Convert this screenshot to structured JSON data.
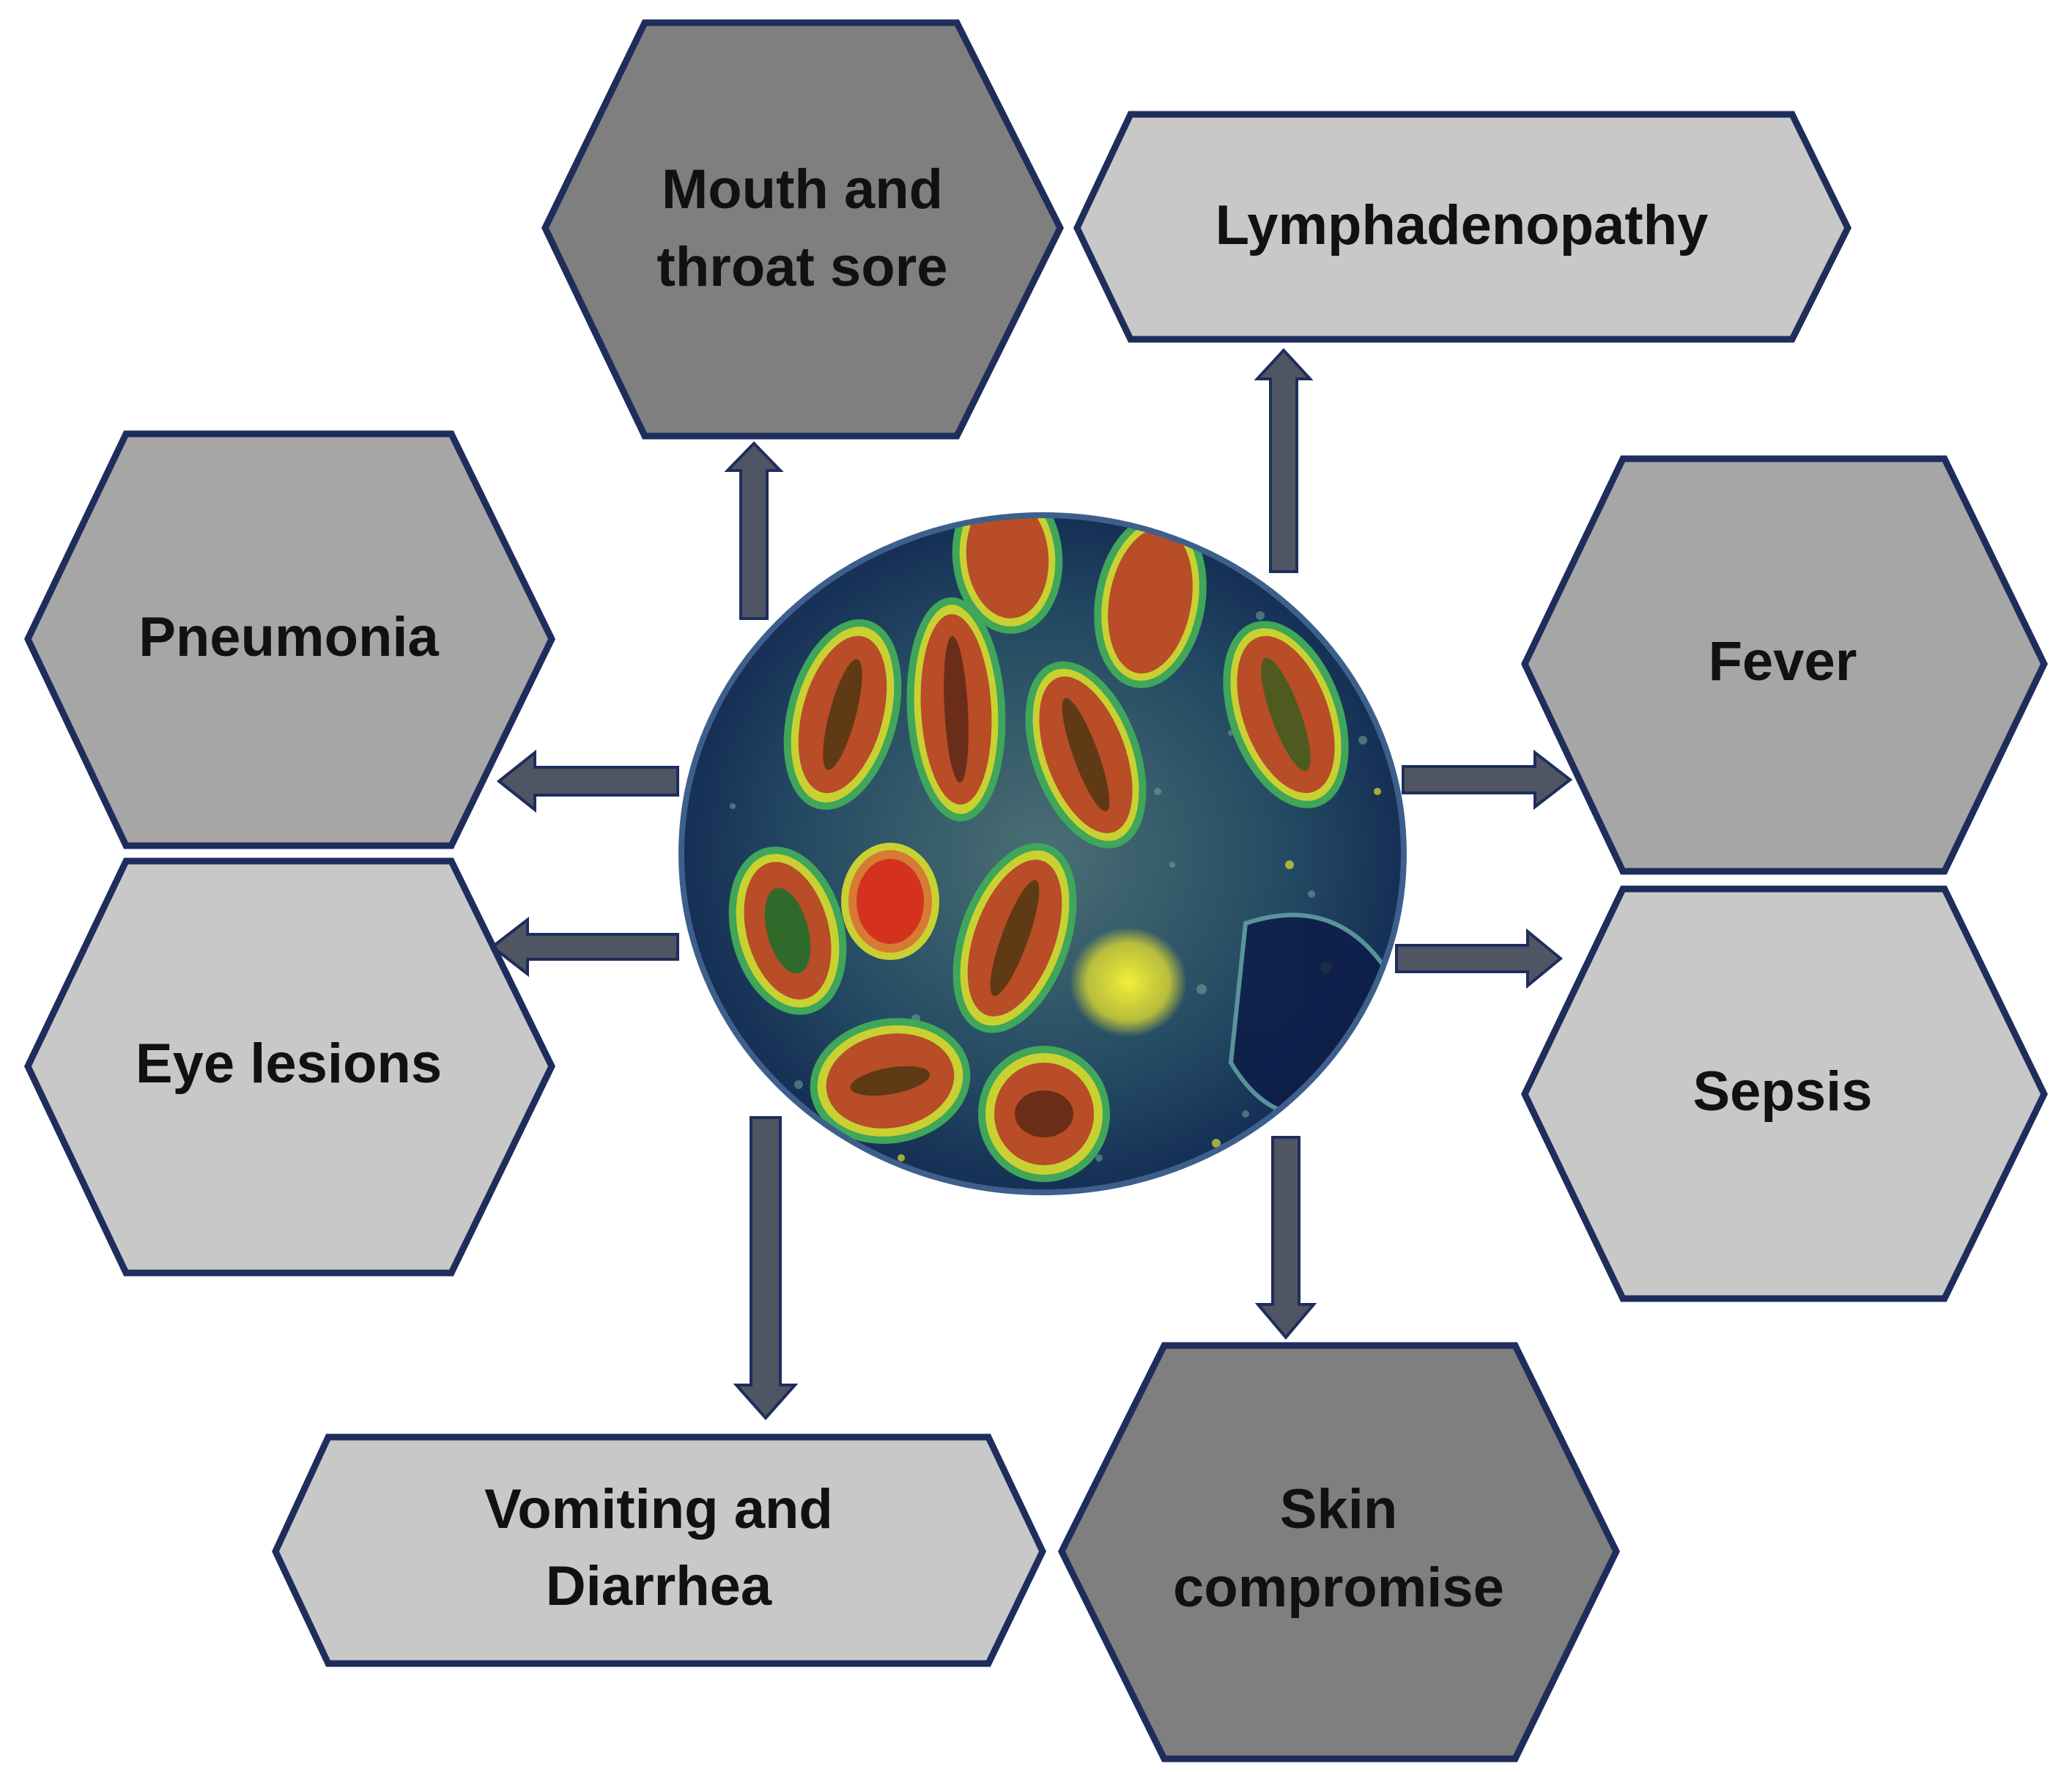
{
  "nodes": [
    {
      "label_lines": [
        "Mouth and",
        "throat sore"
      ],
      "shade": "dark"
    },
    {
      "label_lines": [
        "Lymphadenopathy"
      ],
      "shade": "light"
    },
    {
      "label_lines": [
        "Pneumonia"
      ],
      "shade": "medium"
    },
    {
      "label_lines": [
        "Fever"
      ],
      "shade": "medium"
    },
    {
      "label_lines": [
        "Eye lesions"
      ],
      "shade": "light"
    },
    {
      "label_lines": [
        "Sepsis"
      ],
      "shade": "light"
    },
    {
      "label_lines": [
        "Vomiting and",
        "Diarrhea"
      ],
      "shade": "light"
    },
    {
      "label_lines": [
        "Skin",
        "compromise"
      ],
      "shade": "dark"
    }
  ],
  "center_image": "virus-micrograph",
  "colors": {
    "dark": "#7f7f7f",
    "medium": "#a6a6a6",
    "light": "#c8c8c8",
    "outline": "#1f2d5c",
    "arrow": "#4f5563"
  }
}
